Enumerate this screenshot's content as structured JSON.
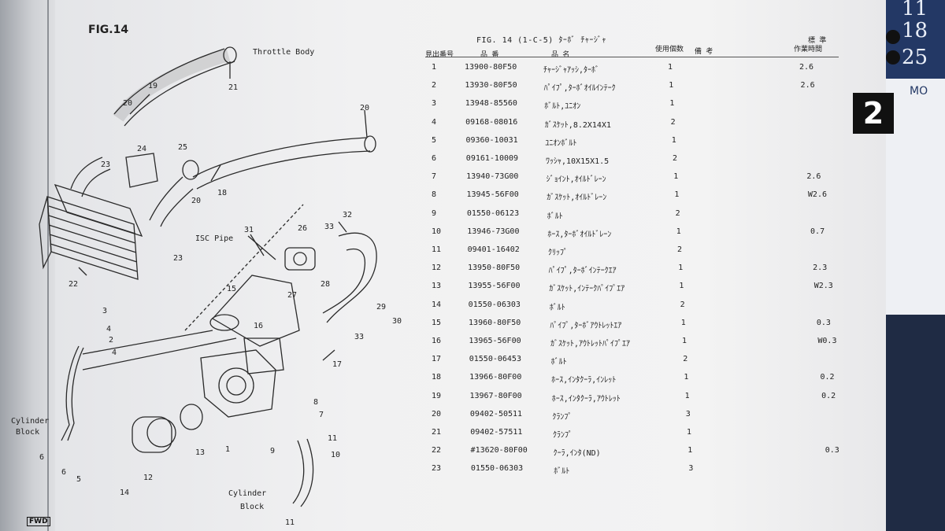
{
  "fig_label": "FIG.14",
  "diagram": {
    "labels": {
      "throttle_body": "Throttle Body",
      "isc_pipe": "ISC Pipe",
      "cyl_block_left_1": "Cylinder",
      "cyl_block_left_2": "Block",
      "cyl_block_bottom_1": "Cylinder",
      "cyl_block_bottom_2": "Block"
    },
    "callouts": [
      "19",
      "20",
      "21",
      "20",
      "24",
      "25",
      "23",
      "18",
      "20",
      "22",
      "23",
      "31",
      "26",
      "33",
      "32",
      "28",
      "27",
      "15",
      "29",
      "30",
      "16",
      "33",
      "3",
      "4",
      "2",
      "4",
      "17",
      "8",
      "7",
      "1",
      "13",
      "9",
      "11",
      "10",
      "6",
      "12",
      "6",
      "5",
      "14",
      "11"
    ],
    "fwd_mark": "FWD"
  },
  "table": {
    "title": "FIG. 14  (1-C-5)  ﾀｰﾎﾞ ﾁｬｰｼﾞｬ",
    "headers": {
      "ref": "見出番号",
      "part_no": "品    番",
      "name": "品        名",
      "qty": "使用個数",
      "remarks": "備    考",
      "std1": "標  準",
      "std2": "作業時間"
    },
    "rows": [
      {
        "no": "1",
        "part": "13900-80F50",
        "name": "ﾁｬｰｼﾞｬｱｯｼ,ﾀｰﾎﾞ",
        "qty": "1",
        "time": "2.6"
      },
      {
        "no": "2",
        "part": "13930-80F50",
        "name": "ﾊﾟｲﾌﾟ,ﾀｰﾎﾞｵｲﾙｲﾝﾃｰｸ",
        "qty": "1",
        "time": "2.6"
      },
      {
        "no": "3",
        "part": "13948-85560",
        "name": "ﾎﾞﾙﾄ,ﾕﾆｵﾝ",
        "qty": "1",
        "time": ""
      },
      {
        "no": "4",
        "part": "09168-08016",
        "name": "ｶﾞｽｹｯﾄ,8.2X14X1",
        "qty": "2",
        "time": ""
      },
      {
        "no": "5",
        "part": "09360-10031",
        "name": "ﾕﾆｵﾝﾎﾞﾙﾄ",
        "qty": "1",
        "time": ""
      },
      {
        "no": "6",
        "part": "09161-10009",
        "name": "ﾜｯｼｬ,10X15X1.5",
        "qty": "2",
        "time": ""
      },
      {
        "no": "7",
        "part": "13940-73G00",
        "name": "ｼﾞｮｲﾝﾄ,ｵｲﾙﾄﾞﾚｰﾝ",
        "qty": "1",
        "time": "2.6"
      },
      {
        "no": "8",
        "part": "13945-56F00",
        "name": "ｶﾞｽｹｯﾄ,ｵｲﾙﾄﾞﾚｰﾝ",
        "qty": "1",
        "time": "W2.6"
      },
      {
        "no": "9",
        "part": "01550-06123",
        "name": "ﾎﾞﾙﾄ",
        "qty": "2",
        "time": ""
      },
      {
        "no": "10",
        "part": "13946-73G00",
        "name": "ﾎｰｽ,ﾀｰﾎﾞｵｲﾙﾄﾞﾚｰﾝ",
        "qty": "1",
        "time": "0.7"
      },
      {
        "no": "11",
        "part": "09401-16402",
        "name": "ｸﾘｯﾌﾟ",
        "qty": "2",
        "time": ""
      },
      {
        "no": "12",
        "part": "13950-80F50",
        "name": "ﾊﾟｲﾌﾟ,ﾀｰﾎﾞｲﾝﾃｰｸｴｱ",
        "qty": "1",
        "time": "2.3"
      },
      {
        "no": "13",
        "part": "13955-56F00",
        "name": "ｶﾞｽｹｯﾄ,ｲﾝﾃｰｸﾊﾟｲﾌﾟｴｱ",
        "qty": "1",
        "time": "W2.3"
      },
      {
        "no": "14",
        "part": "01550-06303",
        "name": "ﾎﾞﾙﾄ",
        "qty": "2",
        "time": ""
      },
      {
        "no": "15",
        "part": "13960-80F50",
        "name": "ﾊﾟｲﾌﾟ,ﾀｰﾎﾞｱｳﾄﾚｯﾄｴｱ",
        "qty": "1",
        "time": "0.3"
      },
      {
        "no": "16",
        "part": "13965-56F00",
        "name": "ｶﾞｽｹｯﾄ,ｱｳﾄﾚｯﾄﾊﾟｲﾌﾟｴｱ",
        "qty": "1",
        "time": "W0.3"
      },
      {
        "no": "17",
        "part": "01550-06453",
        "name": "ﾎﾞﾙﾄ",
        "qty": "2",
        "time": ""
      },
      {
        "no": "18",
        "part": "13966-80F00",
        "name": "ﾎｰｽ,ｲﾝﾀｸｰﾗ,ｲﾝﾚｯﾄ",
        "qty": "1",
        "time": "0.2"
      },
      {
        "no": "19",
        "part": "13967-80F00",
        "name": "ﾎｰｽ,ｲﾝﾀｸｰﾗ,ｱｳﾄﾚｯﾄ",
        "qty": "1",
        "time": "0.2"
      },
      {
        "no": "20",
        "part": "09402-50511",
        "name": "ｸﾗﾝﾌﾟ",
        "qty": "3",
        "time": ""
      },
      {
        "no": "21",
        "part": "09402-57511",
        "name": "ｸﾗﾝﾌﾟ",
        "qty": "1",
        "time": ""
      },
      {
        "no": "22",
        "part": "#13620-80F00",
        "name": "ｸｰﾗ,ｲﾝﾀ(ND)",
        "qty": "1",
        "time": "0.3"
      },
      {
        "no": "23",
        "part": "01550-06303",
        "name": "ﾎﾞﾙﾄ",
        "qty": "3",
        "time": ""
      }
    ]
  },
  "section_tab": "2",
  "calendar": {
    "numbers": [
      "11",
      "18",
      "25"
    ],
    "side_text": "MO"
  }
}
